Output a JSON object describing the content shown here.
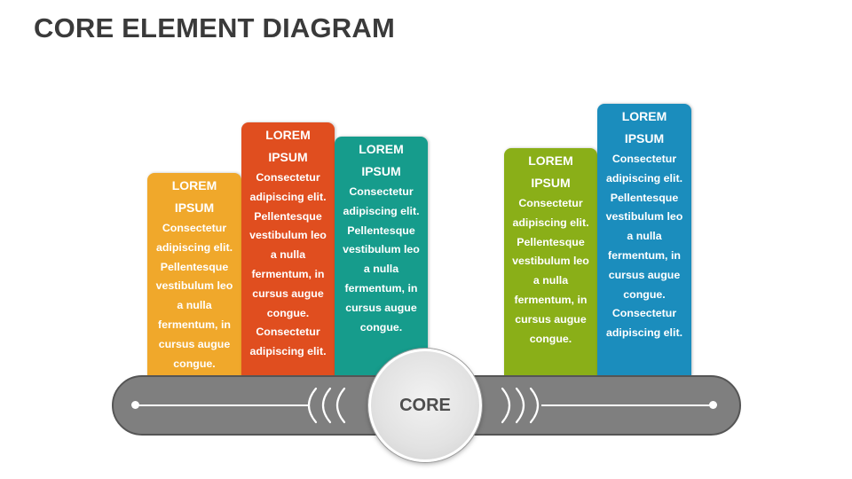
{
  "title": "CORE ELEMENT DIAGRAM",
  "core_label": "CORE",
  "cards": [
    {
      "title_lines": [
        "LOREM",
        "IPSUM"
      ],
      "body_lines": [
        "Consectetur",
        "adipiscing elit.",
        "Pellentesque",
        "vestibulum leo",
        "a nulla",
        "fermentum, in",
        "cursus augue",
        "congue."
      ],
      "color": "#F0A82B"
    },
    {
      "title_lines": [
        "LOREM",
        "IPSUM"
      ],
      "body_lines": [
        "Consectetur",
        "adipiscing elit.",
        "Pellentesque",
        "vestibulum leo",
        "a nulla",
        "fermentum, in",
        "cursus augue",
        "congue.",
        "Consectetur",
        "adipiscing elit."
      ],
      "color": "#E04E1F"
    },
    {
      "title_lines": [
        "LOREM",
        "IPSUM"
      ],
      "body_lines": [
        "Consectetur",
        "adipiscing elit.",
        "Pellentesque",
        "vestibulum leo",
        "a nulla",
        "fermentum, in",
        "cursus augue",
        "congue."
      ],
      "color": "#169C8C"
    },
    {
      "title_lines": [
        "LOREM",
        "IPSUM"
      ],
      "body_lines": [
        "Consectetur",
        "adipiscing elit.",
        "Pellentesque",
        "vestibulum leo",
        "a nulla",
        "fermentum, in",
        "cursus augue",
        "congue."
      ],
      "color": "#8AAF18"
    },
    {
      "title_lines": [
        "LOREM",
        "IPSUM"
      ],
      "body_lines": [
        "Consectetur",
        "adipiscing elit.",
        "Pellentesque",
        "vestibulum leo",
        "a nulla",
        "fermentum, in",
        "cursus augue",
        "congue.",
        "Consectetur",
        "adipiscing elit."
      ],
      "color": "#1B8DBD"
    }
  ]
}
